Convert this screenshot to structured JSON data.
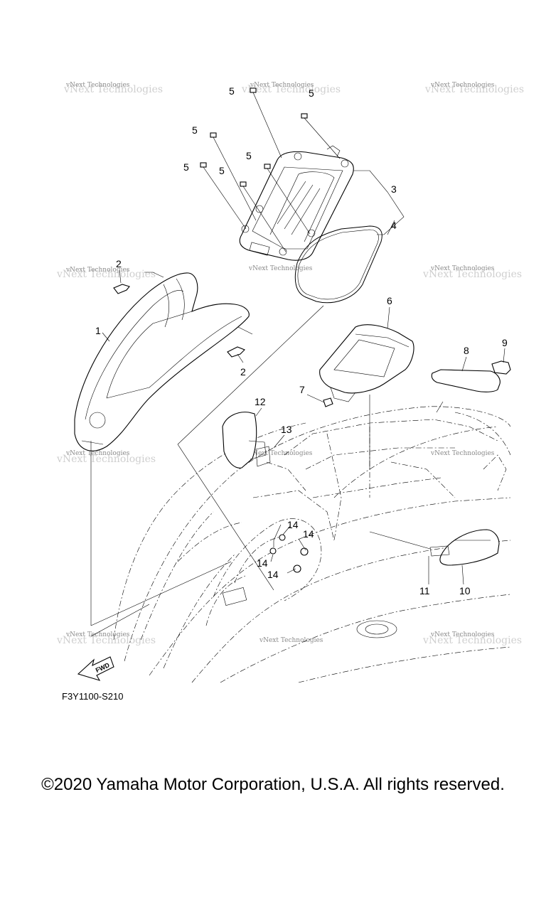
{
  "diagram": {
    "callouts": {
      "c1": "1",
      "c2a": "2",
      "c2b": "2",
      "c3": "3",
      "c4": "4",
      "c5a": "5",
      "c5b": "5",
      "c5c": "5",
      "c5d": "5",
      "c5e": "5",
      "c5f": "5",
      "c6": "6",
      "c7": "7",
      "c8": "8",
      "c9": "9",
      "c10": "10",
      "c11": "11",
      "c12": "12",
      "c13": "13",
      "c14a": "14",
      "c14b": "14",
      "c14c": "14",
      "c14d": "14"
    },
    "watermark": "vNext Technologies",
    "fwd_label": "FWD",
    "code": "F3Y1100-S210"
  },
  "footer": {
    "copyright": "©2020 Yamaha Motor Corporation, U.S.A. All rights reserved."
  }
}
